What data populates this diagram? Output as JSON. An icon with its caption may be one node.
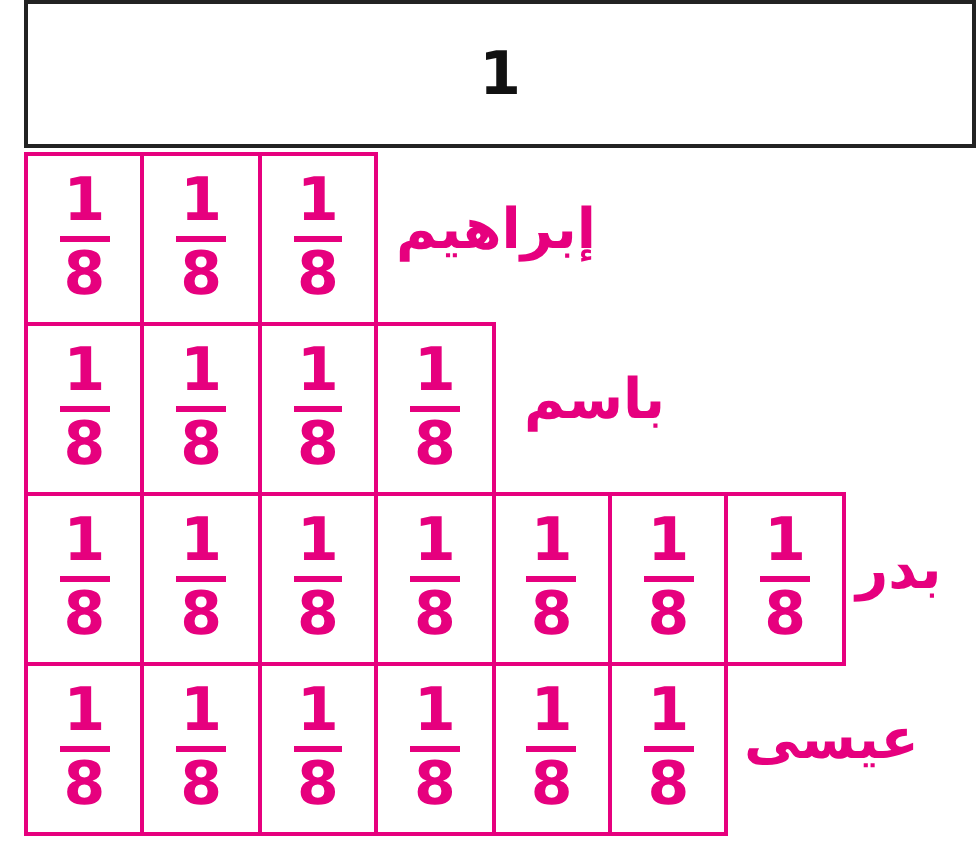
{
  "diagram": {
    "nodes": [
      {
        "text": [
          "1"
        ]
      },
      {
        "text": [
          "1",
          "8"
        ]
      },
      {
        "text": [
          "1",
          "8"
        ]
      },
      {
        "text": [
          "1",
          "8"
        ]
      },
      {
        "text": [
          "1",
          "8"
        ]
      },
      {
        "text": [
          "1",
          "8"
        ]
      },
      {
        "text": [
          "1",
          "8"
        ]
      },
      {
        "text": [
          "1",
          "8"
        ]
      },
      {
        "text": [
          "1",
          "8"
        ]
      },
      {
        "text": [
          "1",
          "8"
        ]
      },
      {
        "text": [
          "1",
          "8"
        ]
      },
      {
        "text": [
          "1",
          "8"
        ]
      },
      {
        "text": [
          "1",
          "8"
        ]
      },
      {
        "text": [
          "1",
          "8"
        ]
      },
      {
        "text": [
          "1",
          "8"
        ]
      },
      {
        "text": [
          "1",
          "8"
        ]
      },
      {
        "text": [
          "1",
          "8"
        ]
      },
      {
        "text": [
          "1",
          "8"
        ]
      },
      {
        "text": [
          "1",
          "8"
        ]
      },
      {
        "text": [
          "1",
          "8"
        ]
      },
      {
        "text": [
          "1",
          "8"
        ]
      }
    ],
    "labels": [
      "إبراهيم",
      "باسم",
      "بدر",
      "عيسى"
    ]
  }
}
